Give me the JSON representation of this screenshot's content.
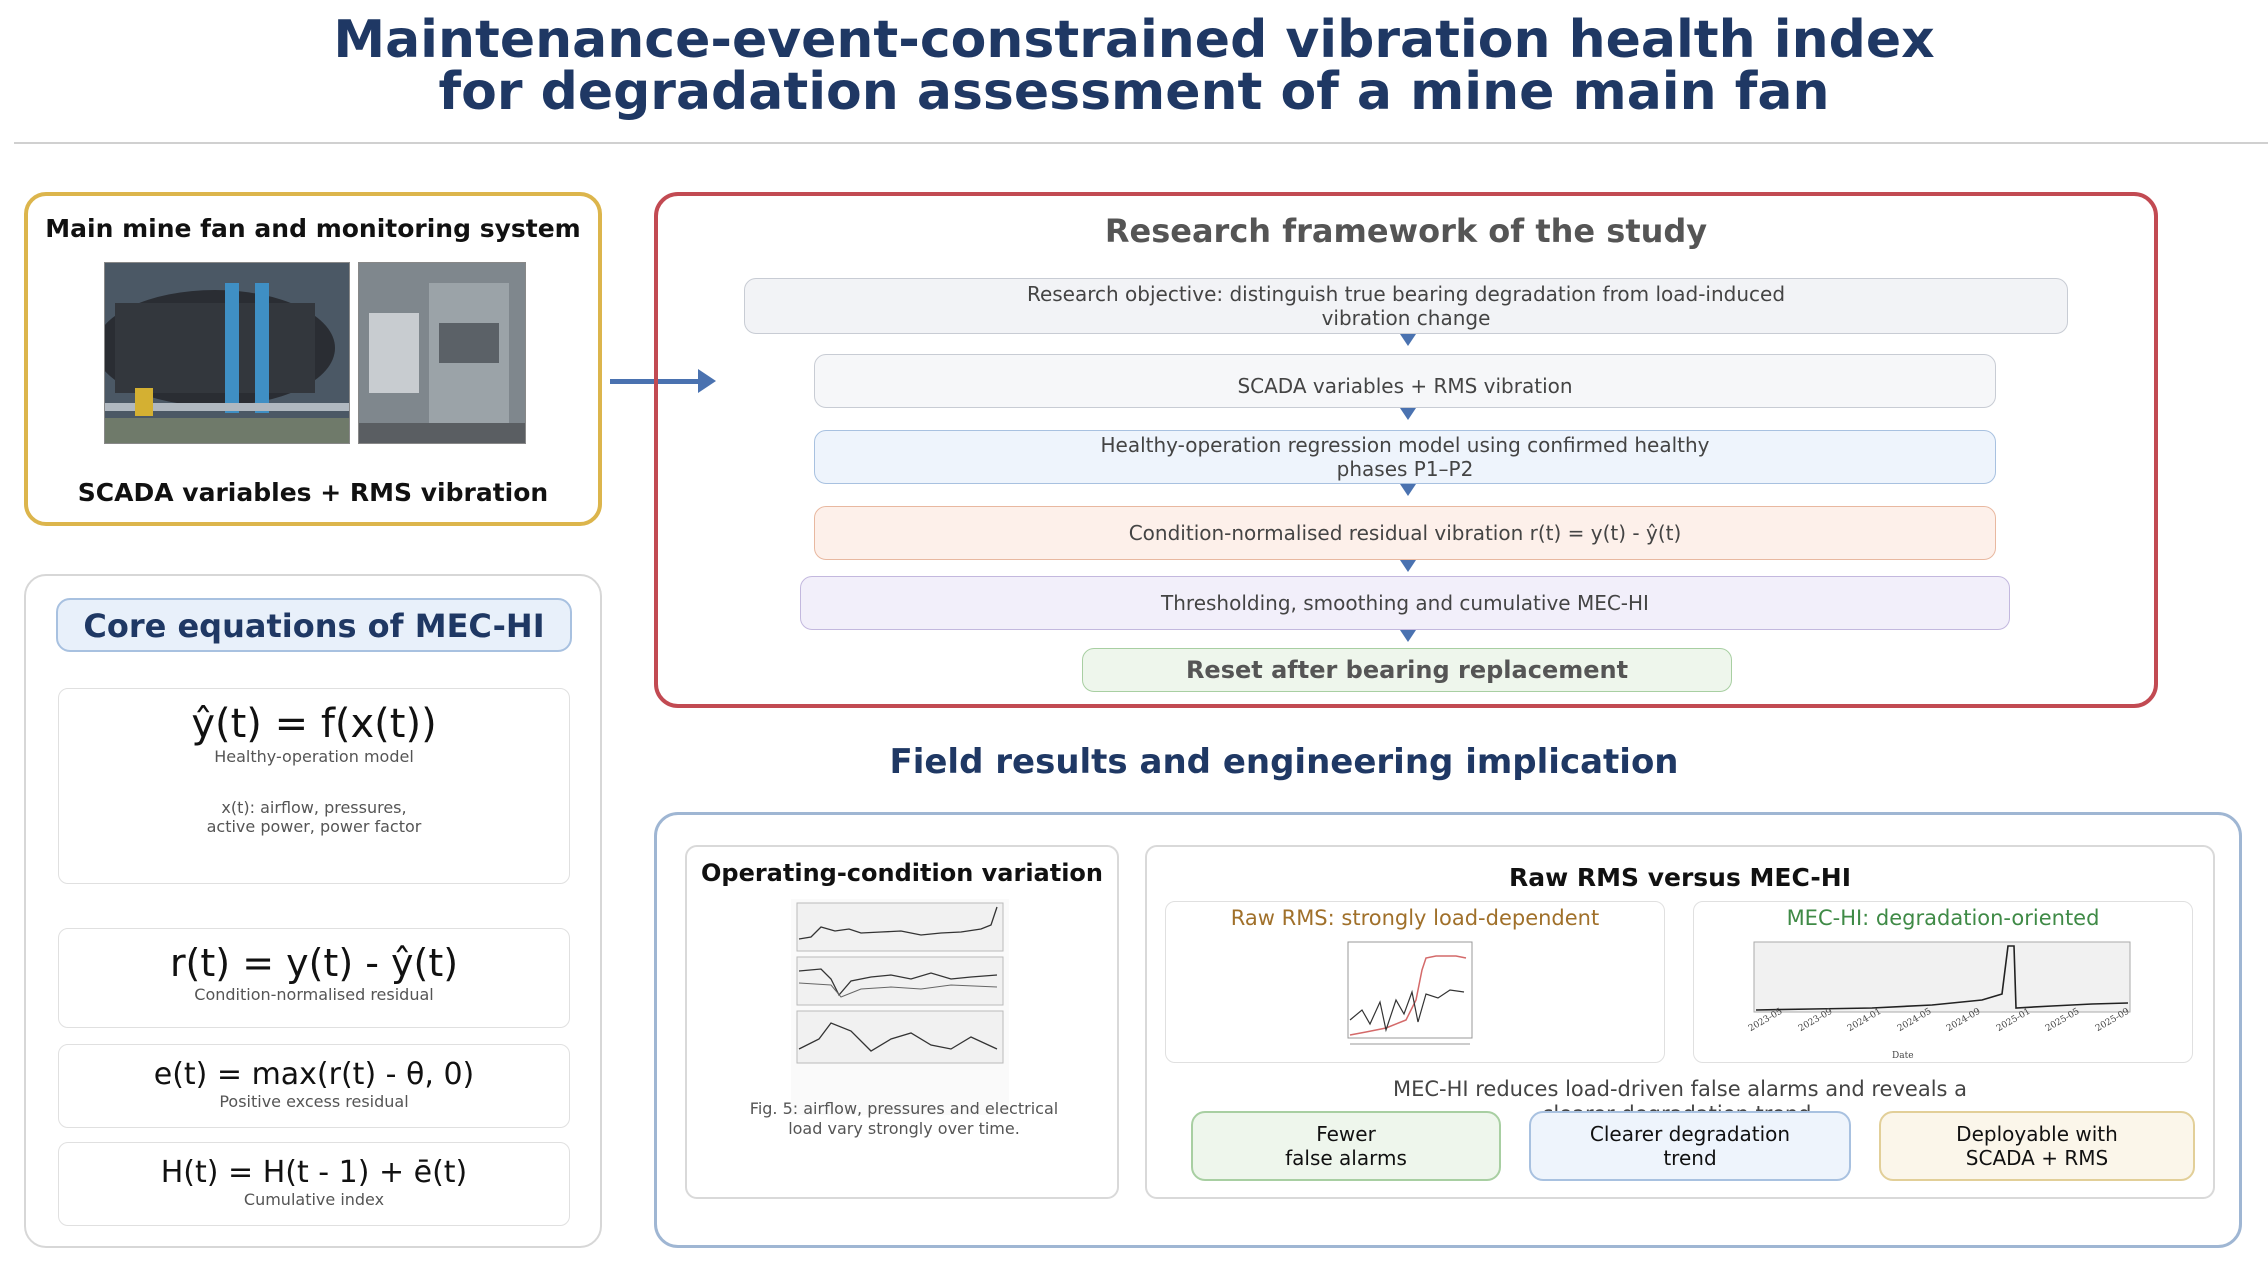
{
  "title": {
    "line1": "Maintenance-event-constrained vibration health index",
    "line2": "for degradation assessment of a mine main fan"
  },
  "fan_panel": {
    "title": "Main mine fan and monitoring system",
    "subtitle": "SCADA variables + RMS vibration"
  },
  "equations": {
    "heading": "Core equations of MEC-HI",
    "items": [
      {
        "formula": "ŷ(t) = f(x(t))",
        "caption": "Healthy-operation model",
        "note_line1": "x(t): airflow, pressures,",
        "note_line2": "active power, power factor"
      },
      {
        "formula": "r(t) = y(t) - ŷ(t)",
        "caption": "Condition-normalised residual"
      },
      {
        "formula": "e(t) = max(r(t) - θ, 0)",
        "caption": "Positive excess residual"
      },
      {
        "formula": "H(t) = H(t - 1) + ē(t)",
        "caption": "Cumulative index"
      }
    ]
  },
  "framework": {
    "title": "Research framework of the study",
    "steps": [
      {
        "line1": "Research objective: distinguish true bearing degradation from load-induced",
        "line2": "vibration change"
      },
      {
        "line1": "SCADA variables + RMS vibration",
        "line2": ""
      },
      {
        "line1": "Healthy-operation regression model using confirmed healthy",
        "line2": "phases P1–P2"
      },
      {
        "line1": "Condition-normalised residual vibration r(t) = y(t) - ŷ(t)",
        "line2": ""
      },
      {
        "line1": "Thresholding, smoothing and cumulative MEC-HI",
        "line2": ""
      },
      {
        "line1": "Reset after bearing replacement",
        "line2": ""
      }
    ]
  },
  "field": {
    "title": "Field results and engineering implication",
    "operating": {
      "title": "Operating-condition variation",
      "caption": "Fig. 5: airflow, pressures and electrical load vary strongly over time."
    },
    "raw_vs_mec": {
      "title": "Raw RMS versus MEC-HI",
      "raw_label": "Raw RMS: strongly load-dependent",
      "mec_label": "MEC-HI: degradation-oriented",
      "mec_axis_ticks": [
        "2023-05",
        "2023-09",
        "2024-01",
        "2024-05",
        "2024-09",
        "2025-01",
        "2025-05",
        "2025-09"
      ],
      "mec_xlabel": "Date",
      "description_line1": "MEC-HI reduces load-driven false alarms and reveals a",
      "description_line2": "clearer degradation trend."
    },
    "pills": [
      {
        "line1": "Fewer",
        "line2": "false alarms"
      },
      {
        "line1": "Clearer degradation",
        "line2": "trend"
      },
      {
        "line1": "Deployable with",
        "line2": "SCADA + RMS"
      }
    ]
  },
  "colors": {
    "navy": "#1f3864",
    "framework_border": "#c24a52",
    "fan_border": "#dcb54c",
    "arrow": "#4a72b0",
    "raw_label": "#a0702a",
    "mec_label": "#3f8a46"
  }
}
